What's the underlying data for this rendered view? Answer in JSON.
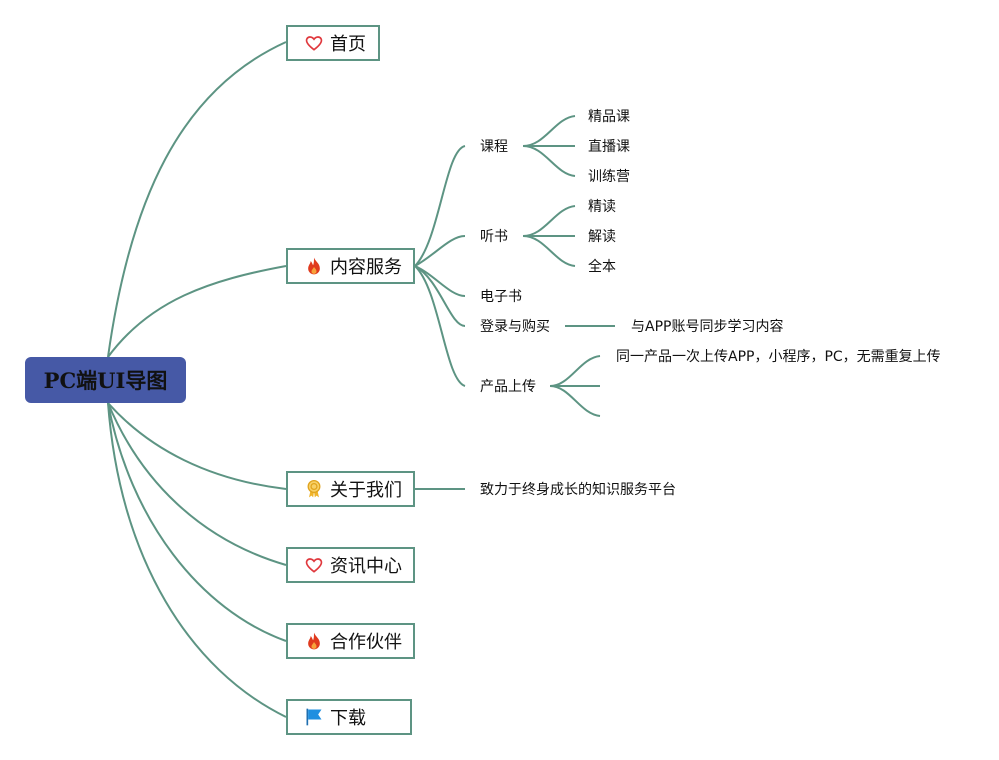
{
  "root": {
    "title": "PC端UI导图"
  },
  "nodes": {
    "home": {
      "label": "首页",
      "icon": "heart-icon"
    },
    "content": {
      "label": "内容服务",
      "icon": "fire-icon"
    },
    "about": {
      "label": "关于我们",
      "icon": "award-ribbon-icon"
    },
    "news": {
      "label": "资讯中心",
      "icon": "heart-icon"
    },
    "partners": {
      "label": "合作伙伴",
      "icon": "fire-icon"
    },
    "download": {
      "label": "下载",
      "icon": "flag-icon"
    }
  },
  "content_branches": {
    "courses": {
      "label": "课程",
      "children": [
        "精品课",
        "直播课",
        "训练营"
      ]
    },
    "audiobooks": {
      "label": "听书",
      "children": [
        "精读",
        "解读",
        "全本"
      ]
    },
    "ebook": {
      "label": "电子书"
    },
    "login": {
      "label": "登录与购买",
      "note": "与APP账号同步学习内容"
    },
    "upload": {
      "label": "产品上传",
      "note": "同一产品一次上传APP，小程序，PC，无需重复上传"
    }
  },
  "about_note": "致力于终身成长的知识服务平台",
  "colors": {
    "line": "#5d9483",
    "root_fill": "#4659a6",
    "heart": "#e0393e",
    "fire": "#e03a1e",
    "flag": "#1f8fe0",
    "award": "#f0b429"
  }
}
